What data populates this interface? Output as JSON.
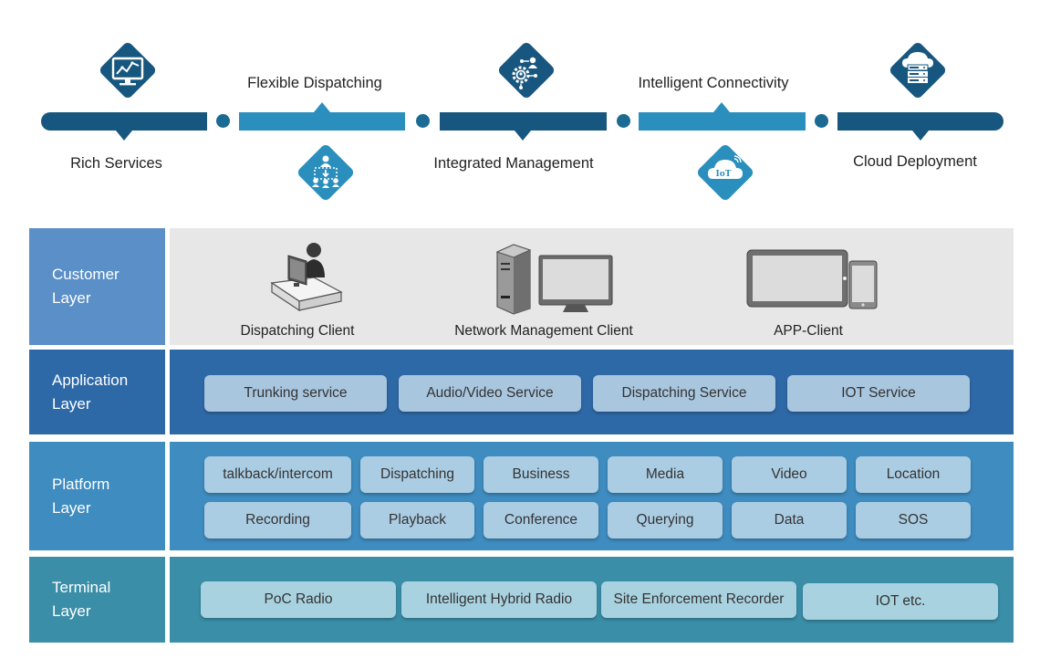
{
  "timeline": {
    "stages": [
      {
        "label": "Rich Services",
        "icon": "monitor-chart-icon"
      },
      {
        "label": "Flexible Dispatching",
        "icon": "dispatch-people-icon"
      },
      {
        "label": "Integrated Management",
        "icon": "gear-user-network-icon"
      },
      {
        "label": "Intelligent Connectivity",
        "icon": "iot-cloud-icon"
      },
      {
        "label": "Cloud Deployment",
        "icon": "cloud-server-icon"
      }
    ],
    "iot_glyph": "IoT"
  },
  "colors": {
    "timeline_dark": "#17577f",
    "timeline_light": "#2a8fbd",
    "customer_label": "#5b8fc7",
    "customer_body": "#e7e7e7",
    "application": "#2e69a7",
    "platform": "#3f8cc0",
    "terminal": "#3a8ea8"
  },
  "layers": {
    "customer": {
      "label": "Customer Layer",
      "clients": [
        {
          "label": "Dispatching Client",
          "icon": "operator-desk-icon"
        },
        {
          "label": "Network Management Client",
          "icon": "desktop-computer-icon"
        },
        {
          "label": "APP-Client",
          "icon": "tablet-phone-icon"
        }
      ]
    },
    "application": {
      "label": "Application Layer",
      "items": [
        "Trunking service",
        "Audio/Video Service",
        "Dispatching Service",
        "IOT Service"
      ]
    },
    "platform": {
      "label": "Platform Layer",
      "row1": [
        "talkback/intercom",
        "Dispatching",
        "Business",
        "Media",
        "Video",
        "Location"
      ],
      "row2": [
        "Recording",
        "Playback",
        "Conference",
        "Querying",
        "Data",
        "SOS"
      ]
    },
    "terminal": {
      "label": "Terminal Layer",
      "items": [
        "PoC Radio",
        "Intelligent Hybrid Radio",
        "Site Enforcement Recorder",
        "IOT etc."
      ]
    }
  }
}
